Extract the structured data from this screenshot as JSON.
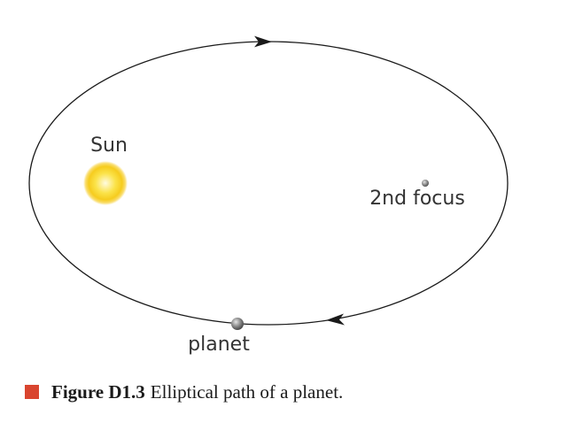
{
  "labels": {
    "sun": "Sun",
    "focus": "2nd focus",
    "planet": "planet"
  },
  "caption": {
    "number": "Figure D1.3",
    "text": "Elliptical path of a planet."
  },
  "colors": {
    "caption_marker": "#d9452f",
    "orbit": "#1a1a1a",
    "sun_core": "#fbe34a",
    "sun_glow": "#f5c400",
    "planet": "#7a7a7a",
    "focus_dot": "#8a8a8a"
  }
}
